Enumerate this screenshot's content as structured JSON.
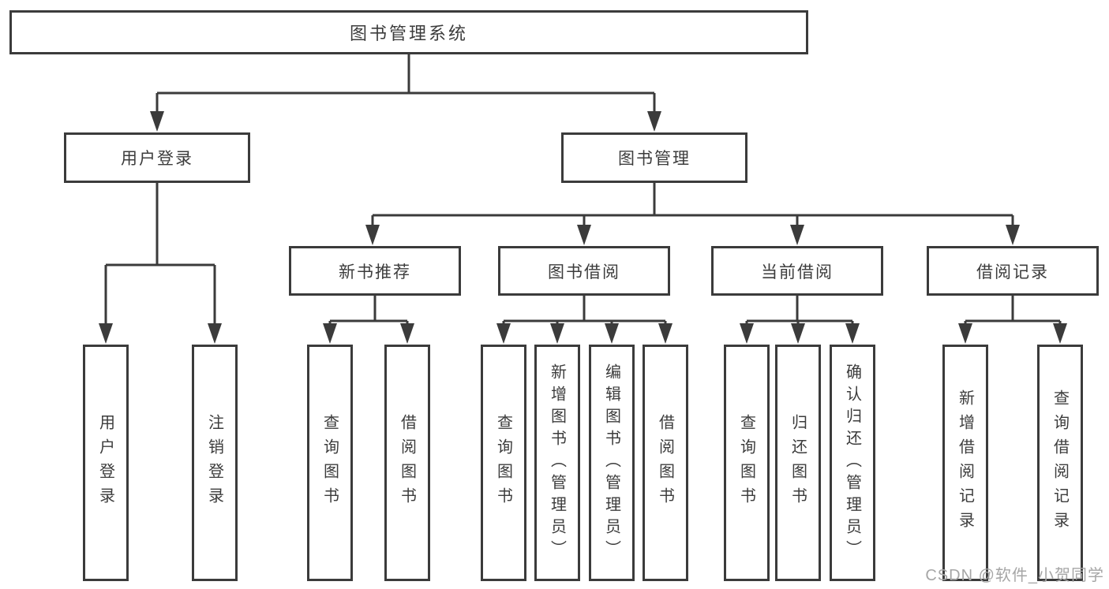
{
  "tree": {
    "root": "图书管理系统",
    "level2": {
      "user_login": "用户登录",
      "book_mgmt": "图书管理"
    },
    "level3": {
      "new_book": "新书推荐",
      "book_borrow": "图书借阅",
      "current_borrow": "当前借阅",
      "borrow_record": "借阅记录"
    },
    "leaves": {
      "user_login": [
        "用户登录",
        "注销登录"
      ],
      "new_book": [
        "查询图书",
        "借阅图书"
      ],
      "book_borrow": [
        "查询图书",
        "新增图书（管理员）",
        "编辑图书（管理员）",
        "借阅图书"
      ],
      "current_borrow": [
        "查询图书",
        "归还图书",
        "确认归还（管理员）"
      ],
      "borrow_record": [
        "新增借阅记录",
        "查询借阅记录"
      ]
    }
  },
  "watermark": "CSDN @软件_小贺同学",
  "colors": {
    "line": "#3b3b3b",
    "text": "#3c3c3c",
    "background": "#ffffff",
    "watermark": "#a6a6a6"
  }
}
